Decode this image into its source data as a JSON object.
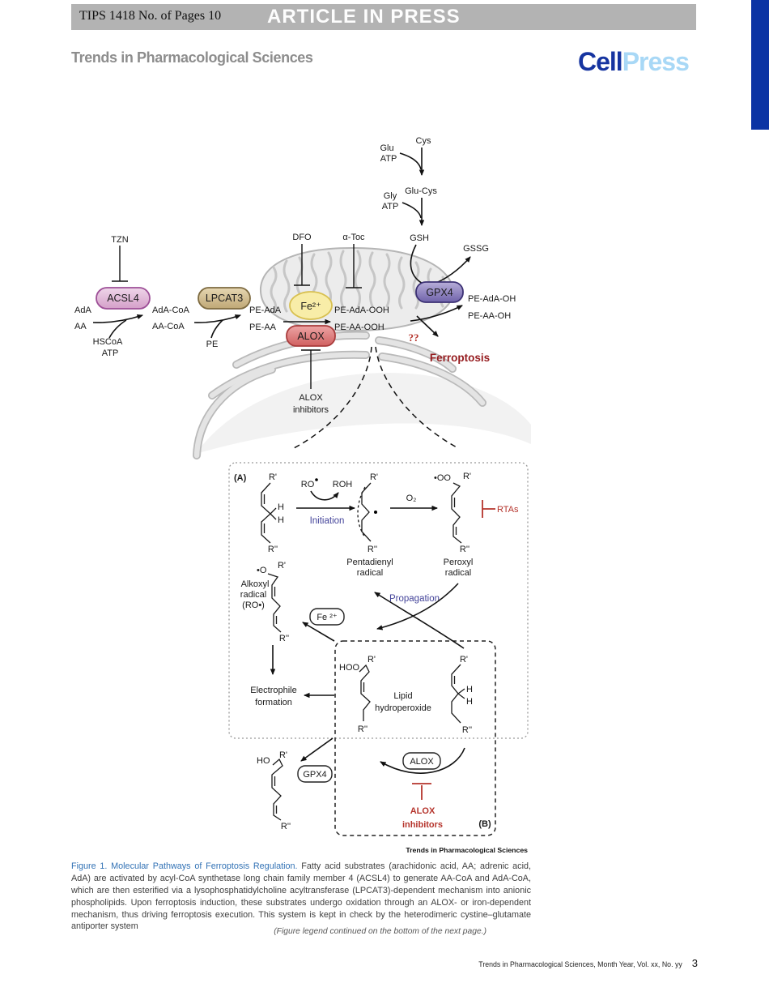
{
  "header": {
    "tips_code": "TIPS 1418  No. of Pages 10",
    "banner": "ARTICLE IN PRESS",
    "journal": "Trends in Pharmacological Sciences",
    "logo_cell": "Cell",
    "logo_press": "Press"
  },
  "colors": {
    "banner_gray": "#b3b3b3",
    "cell_blue": "#1634a0",
    "press_blue": "#a8d8f6",
    "sidebar_blue": "#0b34a4",
    "acsl4_fill": "#e9cbe3",
    "acsl4_border": "#9d4f97",
    "lpcat3_fill": "#dcc99f",
    "lpcat3_border": "#7d6a40",
    "fe_fill": "#f8eda8",
    "fe_border": "#d8c050",
    "alox_fill": "#e28787",
    "alox_border": "#a93c3c",
    "gpx4_fill": "#8f84c4",
    "gpx4_border": "#3c3174",
    "inhibitor_red": "#b5342c",
    "ferroptosis_red": "#951b1e",
    "reaction_blue": "#44449a",
    "figure_link_blue": "#3272b5"
  },
  "diagram": {
    "cascade": {
      "cys": "Cys",
      "glu": "Glu",
      "atp1": "ATP",
      "glu_cys": "Glu-Cys",
      "gly": "Gly",
      "atp2": "ATP",
      "gsh": "GSH",
      "gssg": "GSSG"
    },
    "acyl": {
      "tzn": "TZN",
      "acsl4": "ACSL4",
      "ada": "AdA",
      "aa": "AA",
      "hscoa": "HSCoA",
      "atp": "ATP",
      "ada_coa": "AdA-CoA",
      "aa_coa": "AA-CoA",
      "lpcat3": "LPCAT3",
      "pe": "PE",
      "pe_ada": "PE-AdA",
      "pe_aa": "PE-AA"
    },
    "oxidation": {
      "dfo": "DFO",
      "a_toc": "α-Toc",
      "fe": "Fe²⁺",
      "pe_ada_ooh": "PE-AdA-OOH",
      "pe_aa_ooh": "PE-AA-OOH",
      "alox": "ALOX",
      "gpx4": "GPX4",
      "pe_ada_oh": "PE-AdA-OH",
      "pe_aa_oh": "PE-AA-OH",
      "qq": "??",
      "ferroptosis": "Ferroptosis",
      "alox_inh1": "ALOX",
      "alox_inh2": "inhibitors"
    },
    "panelA": {
      "label": "(A)",
      "r1": "R'",
      "r2": "R''",
      "h": "H",
      "ro": "RO",
      "dot": "•",
      "roh": "ROH",
      "initiation": "Initiation",
      "pentadienyl1": "Pentadienyl",
      "pentadienyl2": "radical",
      "o2": "O₂",
      "oo": "•OO",
      "peroxyl1": "Peroxyl",
      "peroxyl2": "radical",
      "rtas": "RTAs",
      "o_dot": "•O",
      "alkoxyl1": "Alkoxyl",
      "alkoxyl2": "radical",
      "alkoxyl3": "(RO•)",
      "fe_box": "Fe ²⁺",
      "propagation": "Propagation",
      "hoo": "HOO",
      "lipid1": "Lipid",
      "lipid2": "hydroperoxide",
      "electrophile1": "Electrophile",
      "electrophile2": "formation"
    },
    "panelB": {
      "label": "(B)",
      "ho": "HO",
      "gpx4_box": "GPX4",
      "alox_box": "ALOX",
      "inh1": "ALOX",
      "inh2": "inhibitors"
    },
    "brand": "Trends in Pharmacological Sciences"
  },
  "caption": {
    "title": "Figure 1. Molecular Pathways of Ferroptosis Regulation.",
    "body": " Fatty acid substrates (arachidonic acid, AA; adrenic acid, AdA) are activated by acyl-CoA synthetase long chain family member 4 (ACSL4) to generate AA-CoA and AdA-CoA, which are then esterified via a lysophosphatidylcholine acyltransferase (LPCAT3)-dependent mechanism into anionic phospholipids. Upon ferroptosis induction, these substrates undergo oxidation through an ALOX- or iron-dependent mechanism, thus driving ferroptosis execution. This system is kept in check by the heterodimeric cystine–glutamate antiporter system",
    "continued": "(Figure legend continued on the bottom of the next page.)"
  },
  "footer": {
    "text": "Trends in Pharmacological Sciences, Month Year, Vol. xx, No. yy",
    "page": "3"
  }
}
